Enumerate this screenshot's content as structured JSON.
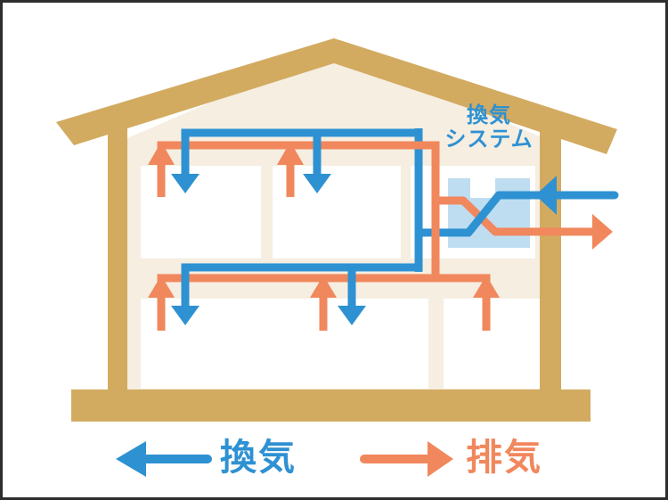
{
  "diagram": {
    "system_label": {
      "full": "換気システム",
      "line1": "換気",
      "line2": "システム"
    },
    "legend": {
      "supply": {
        "label": "換気",
        "direction": "left",
        "color": "#2E91D2"
      },
      "exhaust": {
        "label": "排気",
        "direction": "right",
        "color": "#F1875C"
      }
    },
    "house": {
      "floors": 2,
      "rooms_second_floor": 3,
      "rooms_first_floor": 2,
      "unit": "heat-exchange ventilation unit"
    },
    "colors": {
      "structure_tan": "#D2AB61",
      "interior_beige": "#F5EEE1",
      "room_white": "#FFFFFF",
      "unit_light_blue": "#BEDDF1",
      "supply_blue": "#2E91D2",
      "exhaust_orange": "#F1875C",
      "border_dark": "#2E2E2E",
      "background": "#FFFFFF"
    }
  }
}
